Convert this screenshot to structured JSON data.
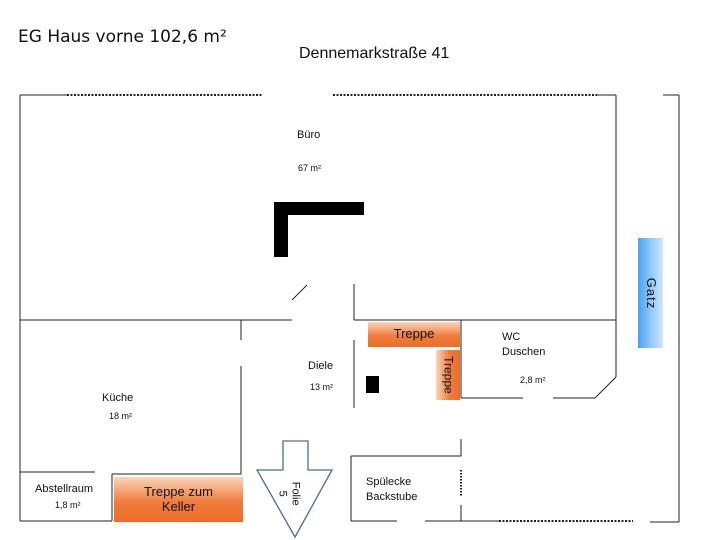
{
  "title": "EG Haus vorne 102,6 m²",
  "subtitle": "Dennemarkstraße 41",
  "rooms": {
    "buero": {
      "name": "Büro",
      "area": "67 m²"
    },
    "kueche": {
      "name": "Küche",
      "area": "18 m²"
    },
    "diele": {
      "name": "Diele",
      "area": "13 m²"
    },
    "wc": {
      "name_line1": "WC",
      "name_line2": "Duschen",
      "area": "2,8 m²"
    },
    "abstellraum": {
      "name": "Abstellraum",
      "area": "1,8 m²"
    },
    "spuelecke": {
      "name_line1": "Spülecke",
      "name_line2": "Backstube"
    }
  },
  "labels": {
    "treppe_horizontal": "Treppe",
    "treppe_vertical": "Treppe",
    "treppe_keller_line1": "Treppe zum",
    "treppe_keller_line2": "Keller",
    "gatz": "Gatz",
    "folie": "Folie  5"
  },
  "colors": {
    "wall": "#222222",
    "stair_orange": "#f07c3b",
    "gatz_blue": "#4aa3ef",
    "arrow_outline": "#4a6f8f"
  }
}
